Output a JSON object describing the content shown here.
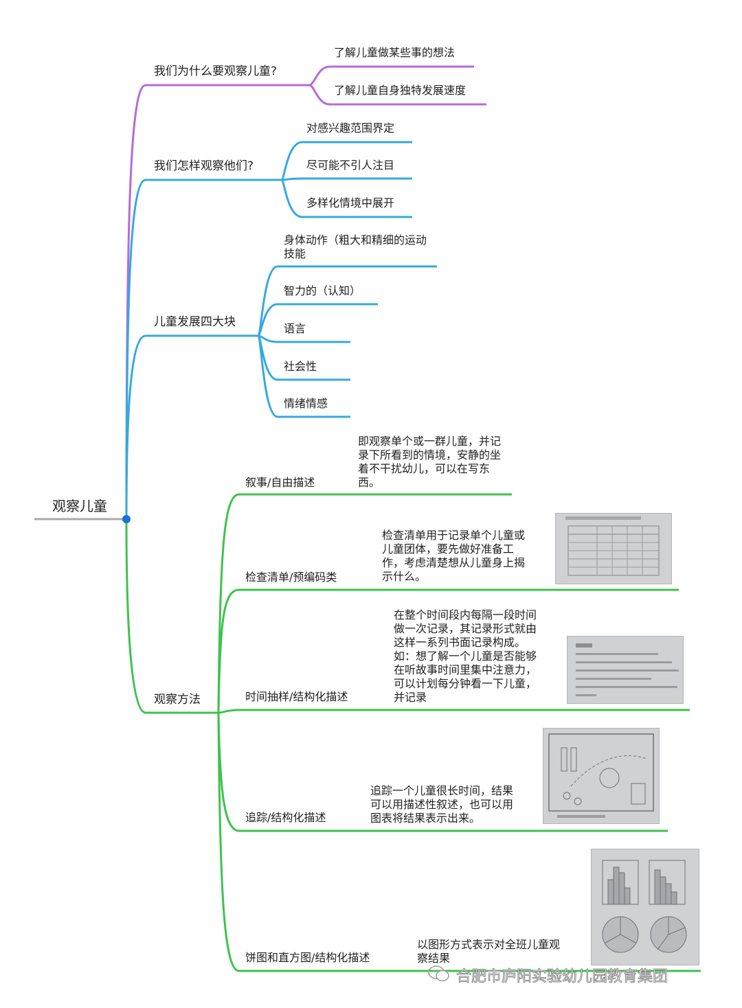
{
  "root": {
    "label": "观察儿童"
  },
  "colors": {
    "purple": "#b66ad8",
    "blue": "#37a8e0",
    "green": "#3ec24d",
    "root_dot": "#1e6fd9",
    "root_line": "#a9a9a9"
  },
  "branches": [
    {
      "label": "我们为什么要观察儿童?",
      "color": "purple",
      "leaves": [
        "了解儿童做某些事的想法",
        "了解儿童自身独特发展速度"
      ]
    },
    {
      "label": "我们怎样观察他们?",
      "color": "blue",
      "leaves": [
        "对感兴趣范围界定",
        "尽可能不引人注目",
        "多样化情境中展开"
      ]
    },
    {
      "label": "儿童发展四大块",
      "color": "blue",
      "leaves": [
        "身体动作（粗大和精细的运动技能",
        "智力的（认知）",
        "语言",
        "社会性",
        "情绪情感"
      ]
    },
    {
      "label": "观察方法",
      "color": "green",
      "methods": [
        {
          "label": "叙事/自由描述",
          "desc": "即观察单个或一群儿童，并记录下所看到的情境，安静的坐着不干扰幼儿，可以在写东西。"
        },
        {
          "label": "检查清单/预编码类",
          "desc": "检查清单用于记录单个儿童或儿童团体，要先做好准备工作，考虑清楚想从儿童身上揭示什么。"
        },
        {
          "label": "时间抽样/结构化描述",
          "desc": "在整个时间段内每隔一段时间做一次记录，其记录形式就由这样一系列书面记录构成。如：想了解一个儿童是否能够在听故事时间里集中注意力，可以计划每分钟看一下儿童，并记录"
        },
        {
          "label": "追踪/结构化描述",
          "desc": "追踪一个儿童很长时间，结果可以用描述性叙述，也可以用图表将结果表示出来。"
        },
        {
          "label": "饼图和直方图/结构化描述",
          "desc": "以图形方式表示对全班儿童观察结果"
        }
      ]
    }
  ],
  "watermark": "合肥市庐阳实验幼儿园教育集团",
  "icons": {
    "watermark": "wechat-icon"
  }
}
